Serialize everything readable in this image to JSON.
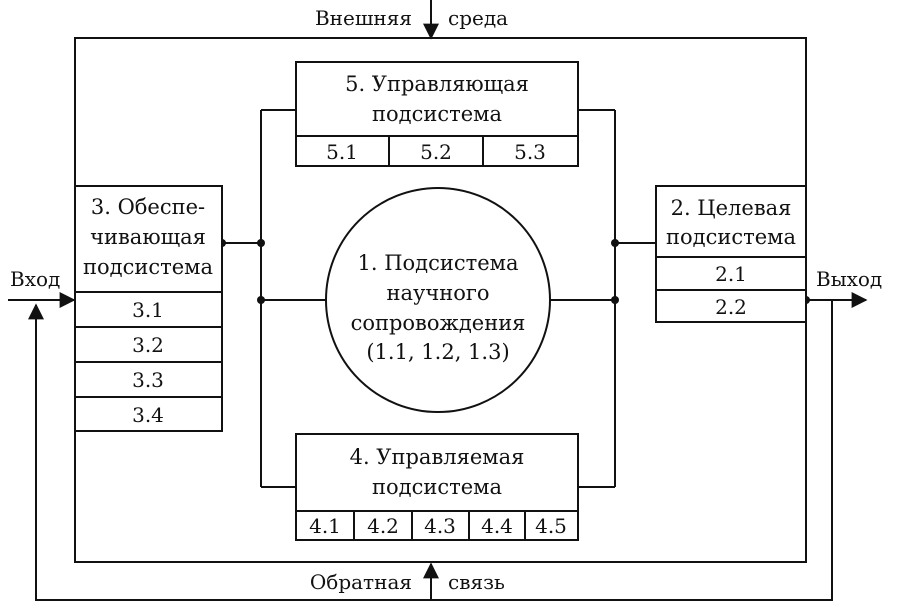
{
  "environment": {
    "label_left": "Внешняя",
    "label_right": "среда"
  },
  "feedback": {
    "label_left": "Обратная",
    "label_right": "связь"
  },
  "io": {
    "input": "Вход",
    "output": "Выход"
  },
  "subsystems": {
    "control": {
      "title_lines": [
        "5. Управляющая",
        "подсистема"
      ],
      "cells": [
        "5.1",
        "5.2",
        "5.3"
      ]
    },
    "support": {
      "title_lines": [
        "3. Обеспе-",
        "чивающая",
        "подсистема"
      ],
      "rows": [
        "3.1",
        "3.2",
        "3.3",
        "3.4"
      ]
    },
    "target": {
      "title_lines": [
        "2. Целевая",
        "подсистема"
      ],
      "rows": [
        "2.1",
        "2.2"
      ]
    },
    "science": {
      "title_lines": [
        "1. Подсистема",
        "научного",
        "сопровождения",
        "(1.1, 1.2, 1.3)"
      ]
    },
    "managed": {
      "title_lines": [
        "4. Управляемая",
        "подсистема"
      ],
      "cells": [
        "4.1",
        "4.2",
        "4.3",
        "4.4",
        "4.5"
      ]
    }
  }
}
